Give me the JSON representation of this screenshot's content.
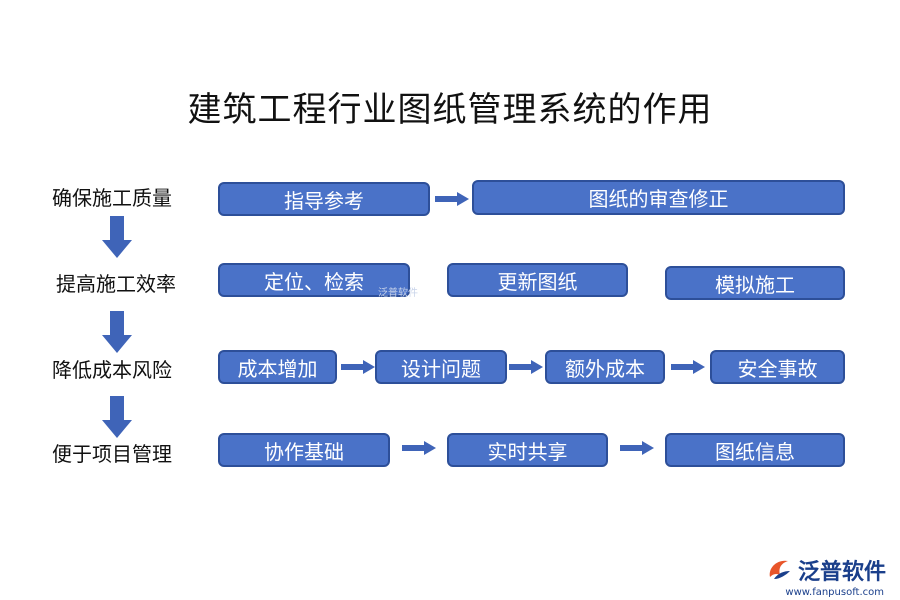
{
  "title": "建筑工程行业图纸管理系统的作用",
  "rows": [
    {
      "label": "确保施工质量",
      "boxes": [
        "指导参考",
        "图纸的审查修正"
      ]
    },
    {
      "label": "提高施工效率",
      "boxes": [
        "定位、检索",
        "更新图纸",
        "模拟施工"
      ]
    },
    {
      "label": "降低成本风险",
      "boxes": [
        "成本增加",
        "设计问题",
        "额外成本",
        "安全事故"
      ]
    },
    {
      "label": "便于项目管理",
      "boxes": [
        "协作基础",
        "实时共享",
        "图纸信息"
      ]
    }
  ],
  "watermark": "泛普软件",
  "logo": {
    "name": "泛普软件",
    "url": "www.fanpusoft.com"
  },
  "colors": {
    "box_fill": "#4a72c8",
    "box_border": "#2d4f99",
    "arrow": "#3f64b8"
  }
}
